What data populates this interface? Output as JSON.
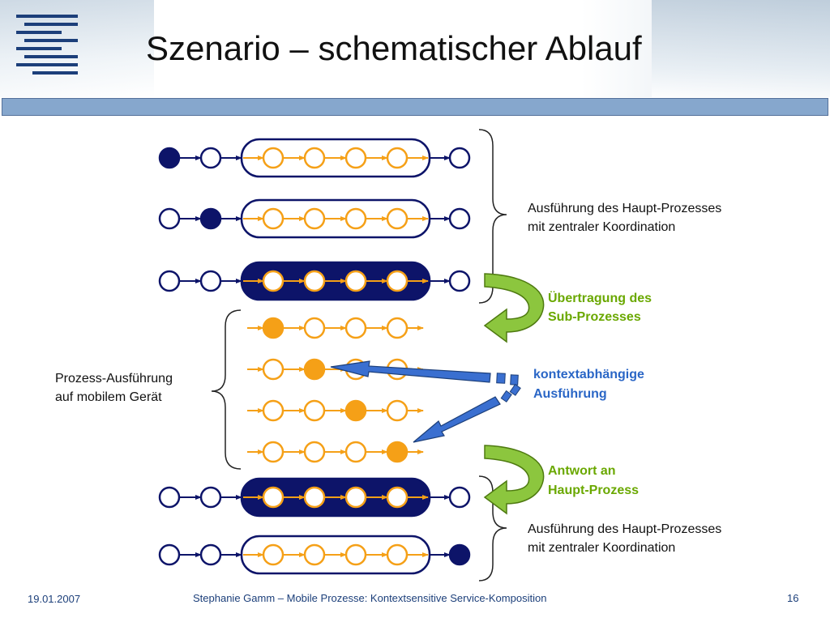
{
  "title": "Szenario – schematischer Ablauf",
  "labels": {
    "top_right_1": "Ausführung des Haupt-Prozesses",
    "top_right_2": "mit zentraler Koordination",
    "transfer_1": "Übertragung des",
    "transfer_2": "Sub-Prozesses",
    "context_1": "kontextabhängige",
    "context_2": "Ausführung",
    "mobile_1": "Prozess-Ausführung",
    "mobile_2": "auf mobilem Gerät",
    "answer_1": "Antwort an",
    "answer_2": "Haupt-Prozess",
    "bottom_right_1": "Ausführung des Haupt-Prozesses",
    "bottom_right_2": "mit zentraler Koordination"
  },
  "footer": {
    "date": "19.01.2007",
    "text": "Stephanie Gamm – Mobile Prozesse: Kontextsensitive Service-Komposition",
    "page": "16"
  },
  "colors": {
    "navy": "#0d1469",
    "orange": "#f5a017",
    "green": "#7ab51d",
    "blue_arrow": "#3a6fd0",
    "title_bar": "#86a7cd"
  },
  "rows": [
    {
      "kind": "main",
      "active": 0,
      "box": "outline"
    },
    {
      "kind": "main",
      "active": 1,
      "box": "outline"
    },
    {
      "kind": "main",
      "active": -1,
      "box": "filled"
    },
    {
      "kind": "sub",
      "active": 0
    },
    {
      "kind": "sub",
      "active": 1
    },
    {
      "kind": "sub",
      "active": 2
    },
    {
      "kind": "sub",
      "active": 3
    },
    {
      "kind": "main",
      "active": -1,
      "box": "filled"
    },
    {
      "kind": "main",
      "active": 6,
      "box": "outline"
    }
  ]
}
